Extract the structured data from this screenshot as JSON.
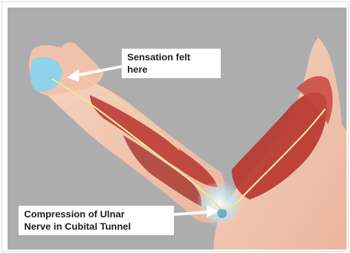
{
  "labels": {
    "sensation": [
      "Sensation felt",
      "here"
    ],
    "compression": [
      "Compression of Ulnar",
      "Nerve in Cubital Tunnel"
    ]
  },
  "colors": {
    "background": "#adadad",
    "skin": "#f2c8b3",
    "muscle": "#b8342e",
    "nerve": "#efe59a",
    "sensation_area": "#8fd2ea",
    "compression_glow": "#bfe6f2",
    "callout_bg": "#ffffff",
    "text": "#1d1d1d"
  },
  "icons": [
    "arrow-pointer-icon",
    "arrow-pointer-icon"
  ]
}
